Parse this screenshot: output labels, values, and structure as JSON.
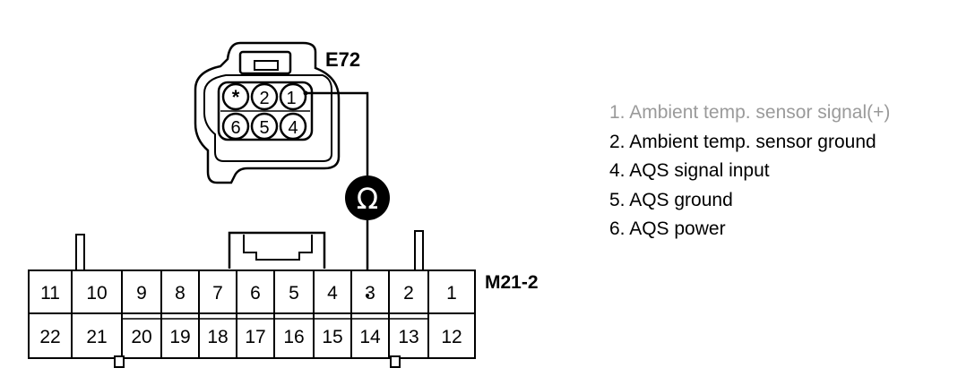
{
  "e72": {
    "label": "E72",
    "pins_top": [
      "*",
      "2",
      "1"
    ],
    "pins_bottom": [
      "6",
      "5",
      "4"
    ]
  },
  "meter": {
    "symbol": "Ω"
  },
  "m21": {
    "label": "M21-2",
    "top_row": [
      "11",
      "10",
      "9",
      "8",
      "7",
      "6",
      "5",
      "4",
      "3",
      "2",
      "1"
    ],
    "bottom_row": [
      "22",
      "21",
      "20",
      "19",
      "18",
      "17",
      "16",
      "15",
      "14",
      "13",
      "12"
    ]
  },
  "legend": [
    {
      "text": "1. Ambient temp. sensor signal(+)"
    },
    {
      "text": "2. Ambient temp. sensor ground"
    },
    {
      "text": "4. AQS signal input"
    },
    {
      "text": "5. AQS ground"
    },
    {
      "text": "6. AQS power"
    }
  ]
}
